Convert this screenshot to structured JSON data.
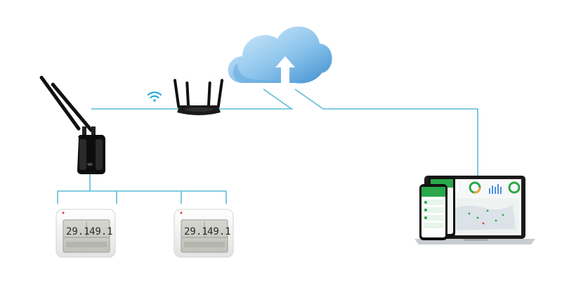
{
  "colors": {
    "connector": "#5bbbd6",
    "wifi": "#1aa3d9",
    "cloud_light": "#bfe3f7",
    "cloud_dark": "#4a9ad4",
    "device_body": "#f2f2f2",
    "lcd": "#c9cbc4",
    "app_green": "#2aa84a"
  },
  "icons": {
    "wifi": "wifi-icon",
    "upload": "upload-arrow-icon"
  },
  "sensors": [
    {
      "temperature": "29.1",
      "humidity": "49.1"
    },
    {
      "temperature": "29.1",
      "humidity": "49.1"
    }
  ]
}
